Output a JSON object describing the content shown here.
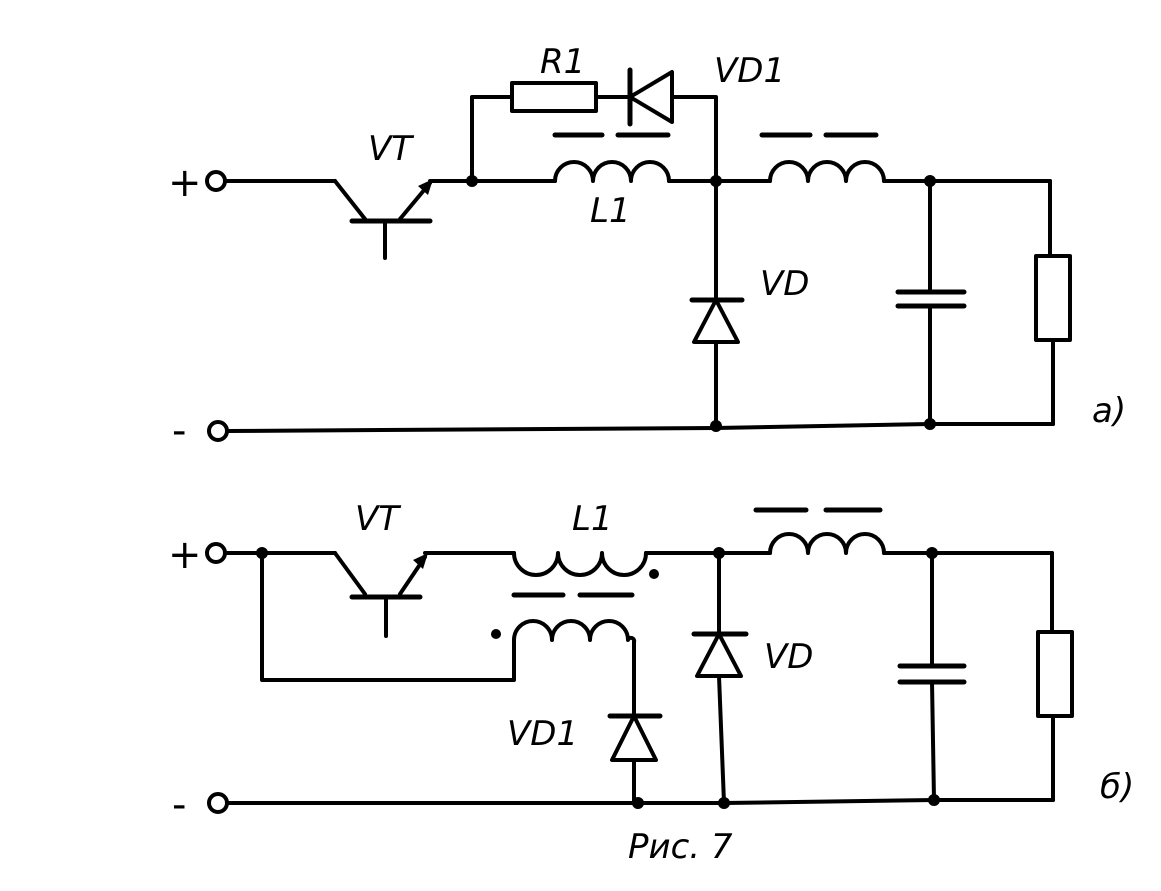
{
  "figure": {
    "caption": "Рис. 7"
  },
  "circuit_a": {
    "panel_label": "а)",
    "plus": "+",
    "minus": "-",
    "transistor": "VT",
    "resistor": "R1",
    "diode_top": "VD1",
    "inductor": "L1",
    "diode_free": "VD"
  },
  "circuit_b": {
    "panel_label": "б)",
    "plus": "+",
    "minus": "-",
    "transistor": "VT",
    "inductor": "L1",
    "diode_free": "VD",
    "diode_aux": "VD1"
  }
}
